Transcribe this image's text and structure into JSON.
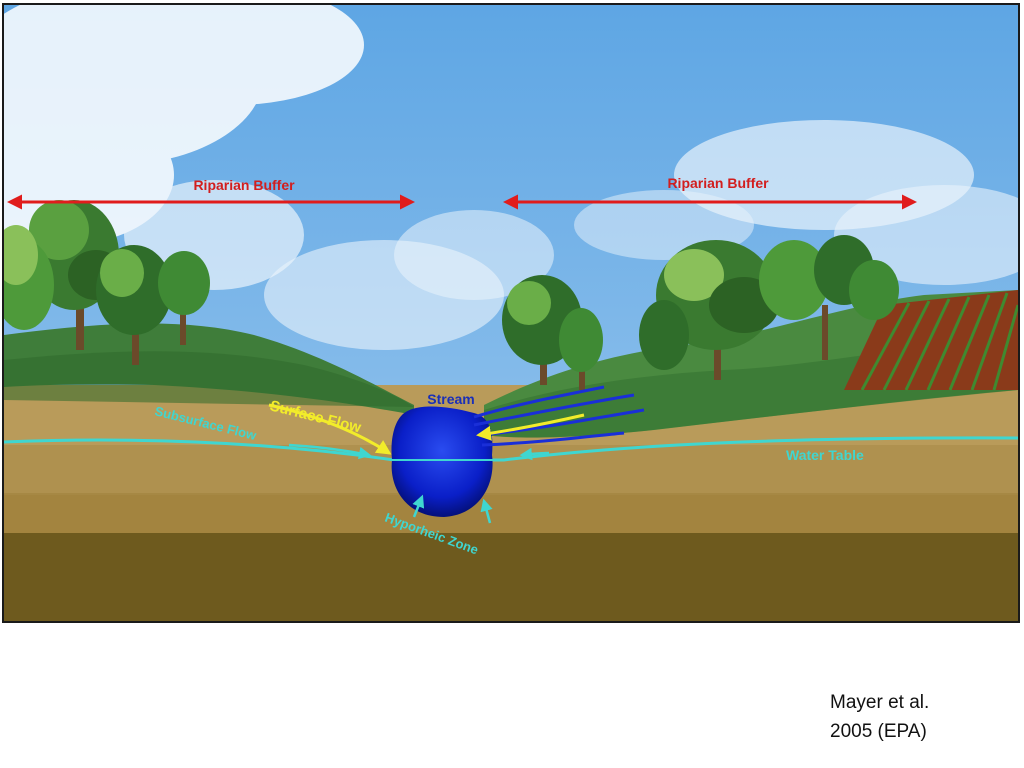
{
  "diagram": {
    "labels": {
      "riparian_buffer_left": "Riparian Buffer",
      "riparian_buffer_right": "Riparian Buffer",
      "stream": "Stream",
      "surface_flow": "Surface Flow",
      "subsurface_flow": "Subsurface Flow",
      "water_table": "Water Table",
      "hyporheic_zone": "Hyporheic Zone"
    },
    "colors": {
      "arrow_red": "#e01c1c",
      "label_red": "#d21e1e",
      "stream_blue": "#0a1fc8",
      "stream_label": "#1a2fb8",
      "water_table": "#3fd6d0",
      "surface_flow": "#f2ec2a",
      "sky": "#6aaee6",
      "hill_green": "#3f7d3a",
      "soil_light": "#b99b5a",
      "soil_mid": "#a3843f",
      "soil_dark": "#6e5a1e"
    }
  },
  "citation": {
    "line1": "Mayer et al.",
    "line2": "2005 (EPA)"
  }
}
